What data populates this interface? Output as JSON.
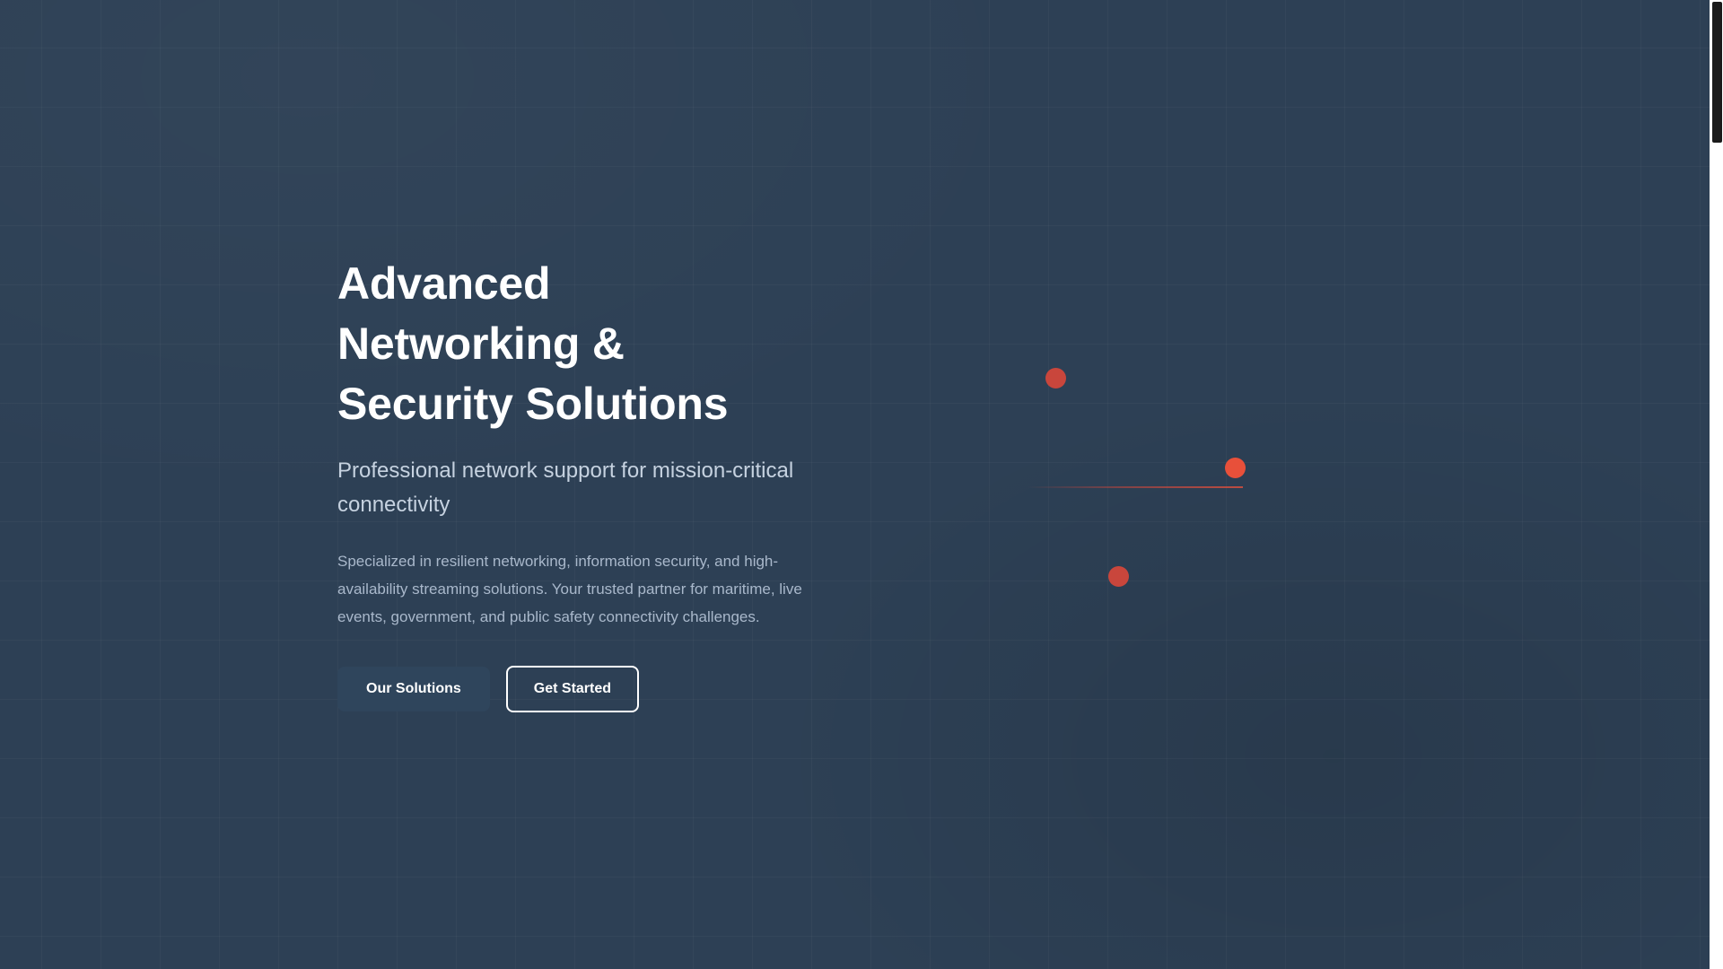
{
  "theme": {
    "background_color": "#2d4055",
    "heading_color": "#ffffff",
    "subtitle_color": "#c6d2e0",
    "body_color": "#a9b8cb",
    "accent_red": "#c9463c",
    "accent_red_bright": "#e8503a",
    "button_fill_color": "#2f455c",
    "button_outline_color": "#ffffff"
  },
  "hero": {
    "heading": "Advanced\nNetworking &\nSecurity Solutions",
    "heading_lines": [
      "Advanced",
      "Networking &",
      "Security Solutions"
    ],
    "subtitle": "Professional network support for mission-critical connectivity",
    "description": "Specialized in resilient networking, information security, and high-availability streaming solutions. Your trusted partner for maritime, live events, government, and public safety connectivity challenges.",
    "actions": {
      "primary_label": "Our Solutions",
      "secondary_label": "Get Started"
    }
  },
  "decoration": {
    "nodes": [
      {
        "name": "node-dot-1",
        "color": "#c9463c"
      },
      {
        "name": "node-dot-2",
        "color": "#e8503a"
      },
      {
        "name": "node-dot-3",
        "color": "#c9463c"
      }
    ],
    "links": [
      {
        "name": "node-link-1",
        "color": "#c9463c"
      }
    ]
  }
}
